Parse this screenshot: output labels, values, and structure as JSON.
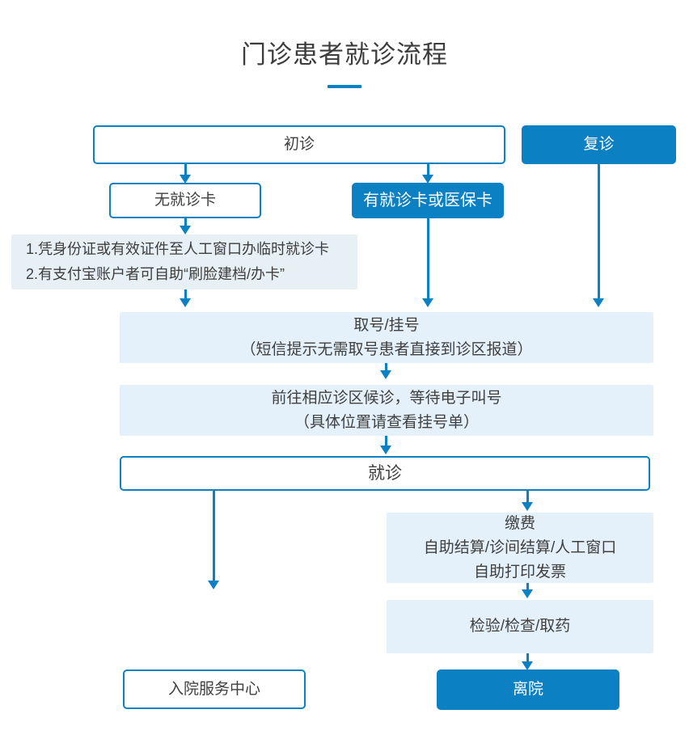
{
  "page": {
    "title": "门诊患者就诊流程",
    "accent_color": "#0b80c3",
    "tint_color": "#e4f1fa",
    "note_tint_color": "#e6f0f5",
    "text_color": "#3f3f3f"
  },
  "nodes": {
    "first_visit": {
      "label": "初诊",
      "style": "outline"
    },
    "return_visit": {
      "label": "复诊",
      "style": "solid"
    },
    "no_card": {
      "label": "无就诊卡",
      "style": "outline"
    },
    "has_card": {
      "label": "有就诊卡或医保卡",
      "style": "solid"
    },
    "note": {
      "style": "tint-note",
      "lines": [
        "1.凭身份证或有效证件至人工窗口办临时就诊卡",
        "2.有支付宝账户者可自助“刷脸建档/办卡”"
      ]
    },
    "registration": {
      "style": "tint",
      "lines": [
        "取号/挂号",
        "（短信提示无需取号患者直接到诊区报道）"
      ]
    },
    "waiting": {
      "style": "tint",
      "lines": [
        "前往相应诊区候诊，等待电子叫号",
        "（具体位置请查看挂号单）"
      ]
    },
    "consultation": {
      "label": "就诊",
      "style": "outline"
    },
    "payment": {
      "style": "tint",
      "lines": [
        "缴费",
        "自助结算/诊间结算/人工窗口",
        "自助打印发票"
      ]
    },
    "tests": {
      "label": "检验/检查/取药",
      "style": "tint"
    },
    "admission_center": {
      "label": "入院服务中心",
      "style": "outline"
    },
    "discharge": {
      "label": "离院",
      "style": "solid"
    }
  },
  "connectors": [
    {
      "name": "first-visit-to-no-card",
      "kind": "arrow-down"
    },
    {
      "name": "first-visit-to-has-card",
      "kind": "arrow-down"
    },
    {
      "name": "return-visit-to-registration",
      "kind": "arrow-down"
    },
    {
      "name": "no-card-to-note",
      "kind": "arrow-down"
    },
    {
      "name": "note-to-registration",
      "kind": "arrow-down"
    },
    {
      "name": "has-card-to-registration",
      "kind": "arrow-down"
    },
    {
      "name": "registration-to-waiting",
      "kind": "arrow-down"
    },
    {
      "name": "waiting-to-consultation",
      "kind": "arrow-down"
    },
    {
      "name": "consultation-to-admission-center",
      "kind": "arrow-down"
    },
    {
      "name": "consultation-to-payment",
      "kind": "arrow-down"
    },
    {
      "name": "payment-to-tests",
      "kind": "arrow-down"
    },
    {
      "name": "tests-to-discharge",
      "kind": "arrow-down"
    }
  ]
}
